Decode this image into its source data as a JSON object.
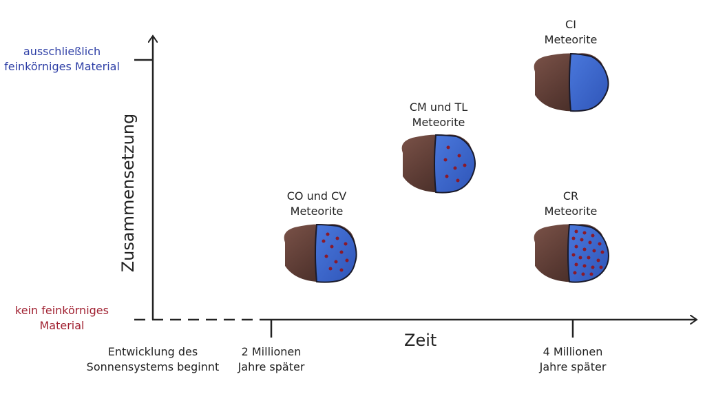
{
  "y_axis": {
    "title": "Zusammensetzung",
    "top_label": [
      "ausschließlich",
      "feinkörniges Material"
    ],
    "bottom_label": [
      "kein feinkörniges",
      "Material"
    ],
    "top_color": "#2e3fa6",
    "bottom_color": "#a02030"
  },
  "x_axis": {
    "title": "Zeit",
    "ticks": [
      {
        "label": [
          "Entwicklung des",
          "Sonnensystems beginnt"
        ]
      },
      {
        "label": [
          "2 Millionen",
          "Jahre später"
        ]
      },
      {
        "label": [
          "4 Millionen",
          "Jahre später"
        ]
      }
    ]
  },
  "meteorites": [
    {
      "name": [
        "CO und CV",
        "Meteorite"
      ],
      "fine_grain": "low"
    },
    {
      "name": [
        "CM und TL",
        "Meteorite"
      ],
      "fine_grain": "medium"
    },
    {
      "name": [
        "CI",
        "Meteorite"
      ],
      "fine_grain": "high"
    },
    {
      "name": [
        "CR",
        "Meteorite"
      ],
      "fine_grain": "low"
    }
  ],
  "colors": {
    "rock_brown": "#5a3a33",
    "matrix_blue": "#3a63c8",
    "chondrule_red": "#8a1a2a",
    "axis": "#222222"
  }
}
